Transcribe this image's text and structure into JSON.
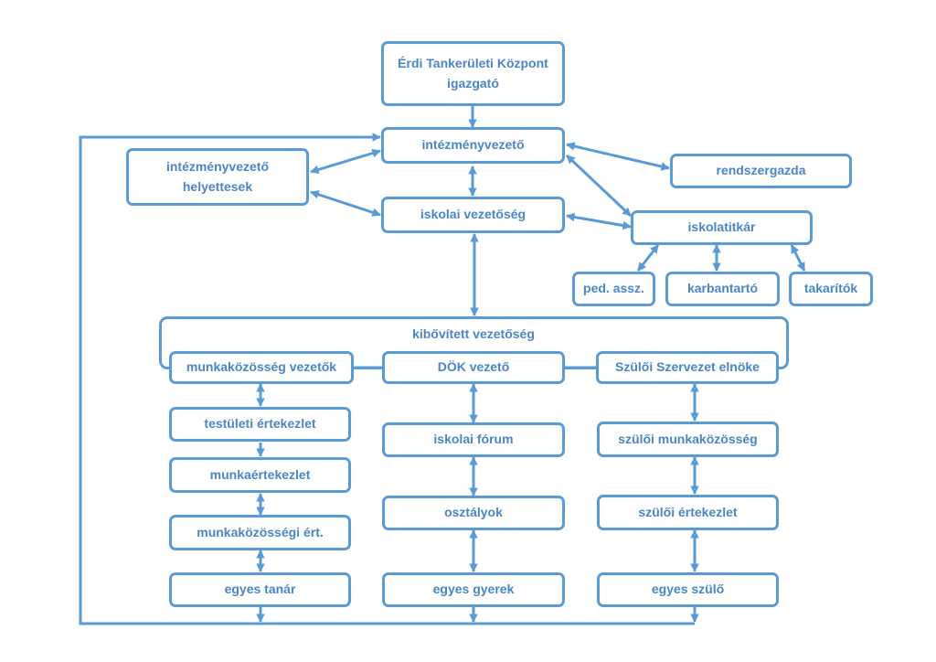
{
  "nodes": {
    "tankeruleti": {
      "line1": "Érdi Tankerületi Központ",
      "line2": "igazgató"
    },
    "intezmenyvezeto": "intézményvezető",
    "helyettesek": {
      "line1": "intézményvezető",
      "line2": "helyettesek"
    },
    "rendszergazda": "rendszergazda",
    "iskolai_vezetoseg": "iskolai vezetőség",
    "iskolatitkar": "iskolatitkár",
    "ped_assz": "ped. assz.",
    "karbantarto": "karbantartó",
    "takaritok": "takarítók",
    "kibovitett": "kibővített vezetőség",
    "munkakozosseg_vezetok": "munkaközösség vezetők",
    "dok_vezeto": "DÖK vezető",
    "szuloi_szervezet": "Szülői Szervezet elnöke",
    "testuleti": "testületi értekezlet",
    "munkaertekezlet": "munkaértekezlet",
    "munkakozossegi_ert": "munkaközösségi ért.",
    "egyes_tanar": "egyes tanár",
    "iskolai_forum": "iskolai fórum",
    "osztalyok": "osztályok",
    "egyes_gyerek": "egyes gyerek",
    "szuloi_munkakozosseg": "szülői munkaközösség",
    "szuloi_ertekezlet": "szülői értekezlet",
    "egyes_szulo": "egyes szülő"
  },
  "colors": {
    "line": "#5b9bd5",
    "text": "#4a86c6"
  }
}
